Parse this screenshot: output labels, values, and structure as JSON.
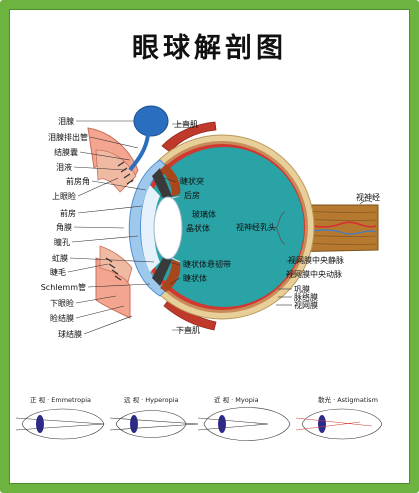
{
  "title": "眼球解剖图",
  "colors": {
    "frame": "#6db33f",
    "sclera": "#e8cf9a",
    "vitreous": "#2aa3a6",
    "retina_line": "#d0392f",
    "lens": "#ffffff",
    "cornea": "#9ec9ec",
    "lacrimal_gland": "#2a6fbf",
    "optic_nerve": "#b57a30",
    "eyelid_tissue": "#f4a58f"
  },
  "left_labels": {
    "lacrimal_gland": "泪腺",
    "lacrimal_duct": "泪腺排出管",
    "conjunctival_sac": "结膜囊",
    "tear_fluid": "泪液",
    "anterior_chamber_angle": "前房角",
    "upper_eyelid": "上眼睑",
    "anterior_chamber": "前房",
    "cornea": "角膜",
    "pupil": "瞳孔",
    "iris": "虹膜",
    "eyelash": "睫毛",
    "schlemm_canal": "Schlemm管",
    "lower_eyelid": "下眼睑",
    "palpebral_conjunctiva": "睑结膜",
    "bulbar_conjunctiva": "球结膜"
  },
  "inner_labels": {
    "superior_rectus": "上直肌",
    "ciliary_process": "睫状突",
    "posterior_chamber": "后房",
    "vitreous_body": "玻璃体",
    "lens": "晶状体",
    "zonule": "睫状体悬韧带",
    "ciliary_body": "睫状体",
    "inferior_rectus": "下直肌",
    "optic_disc": "视神经乳头"
  },
  "right_labels": {
    "optic_nerve": "视神经",
    "central_retinal_vein": "视网膜中央静脉",
    "central_retinal_artery": "视网膜中央动脉",
    "sclera": "巩膜",
    "choroid": "脉络膜",
    "retina": "视网膜"
  },
  "captions": [
    {
      "label": "正 视 · Emmetropia"
    },
    {
      "label": "远 视 · Hyperopia"
    },
    {
      "label": "近 视 · Myopia"
    },
    {
      "label": "散光 · Astigmatism"
    }
  ]
}
